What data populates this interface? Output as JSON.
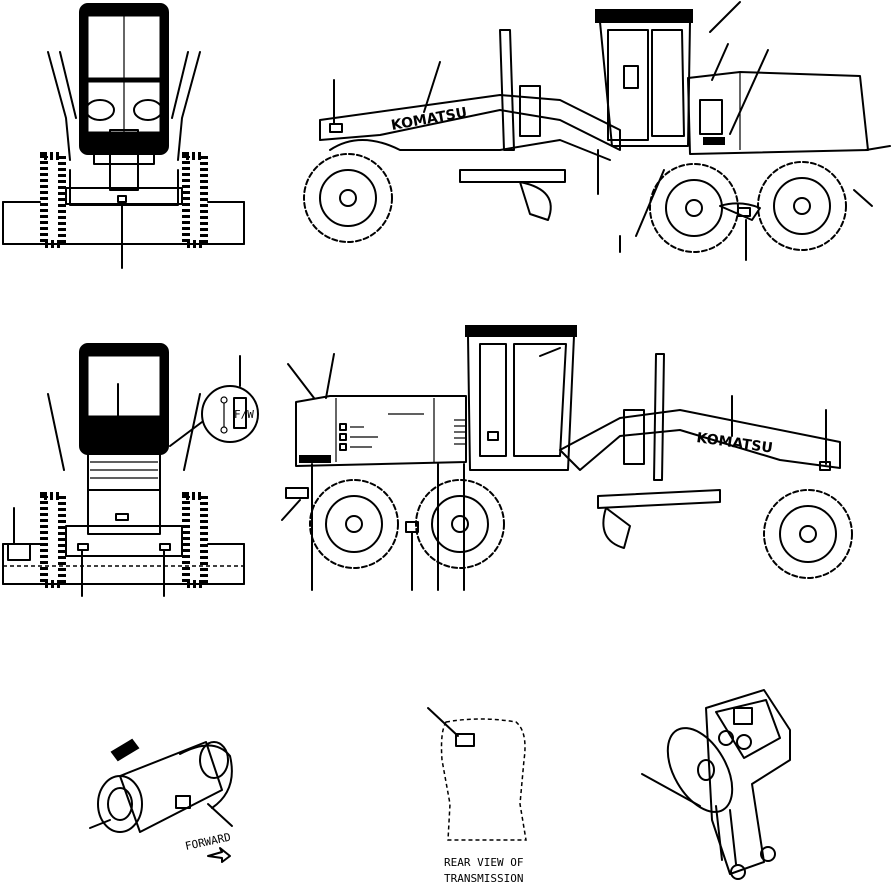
{
  "brand": {
    "name": "KOMATSU"
  },
  "views": {
    "transmission_caption_line1": "REAR VIEW OF",
    "transmission_caption_line2": "TRANSMISSION",
    "motor_arrow_label": "FORWARD",
    "plate_symbol": "F/W"
  }
}
